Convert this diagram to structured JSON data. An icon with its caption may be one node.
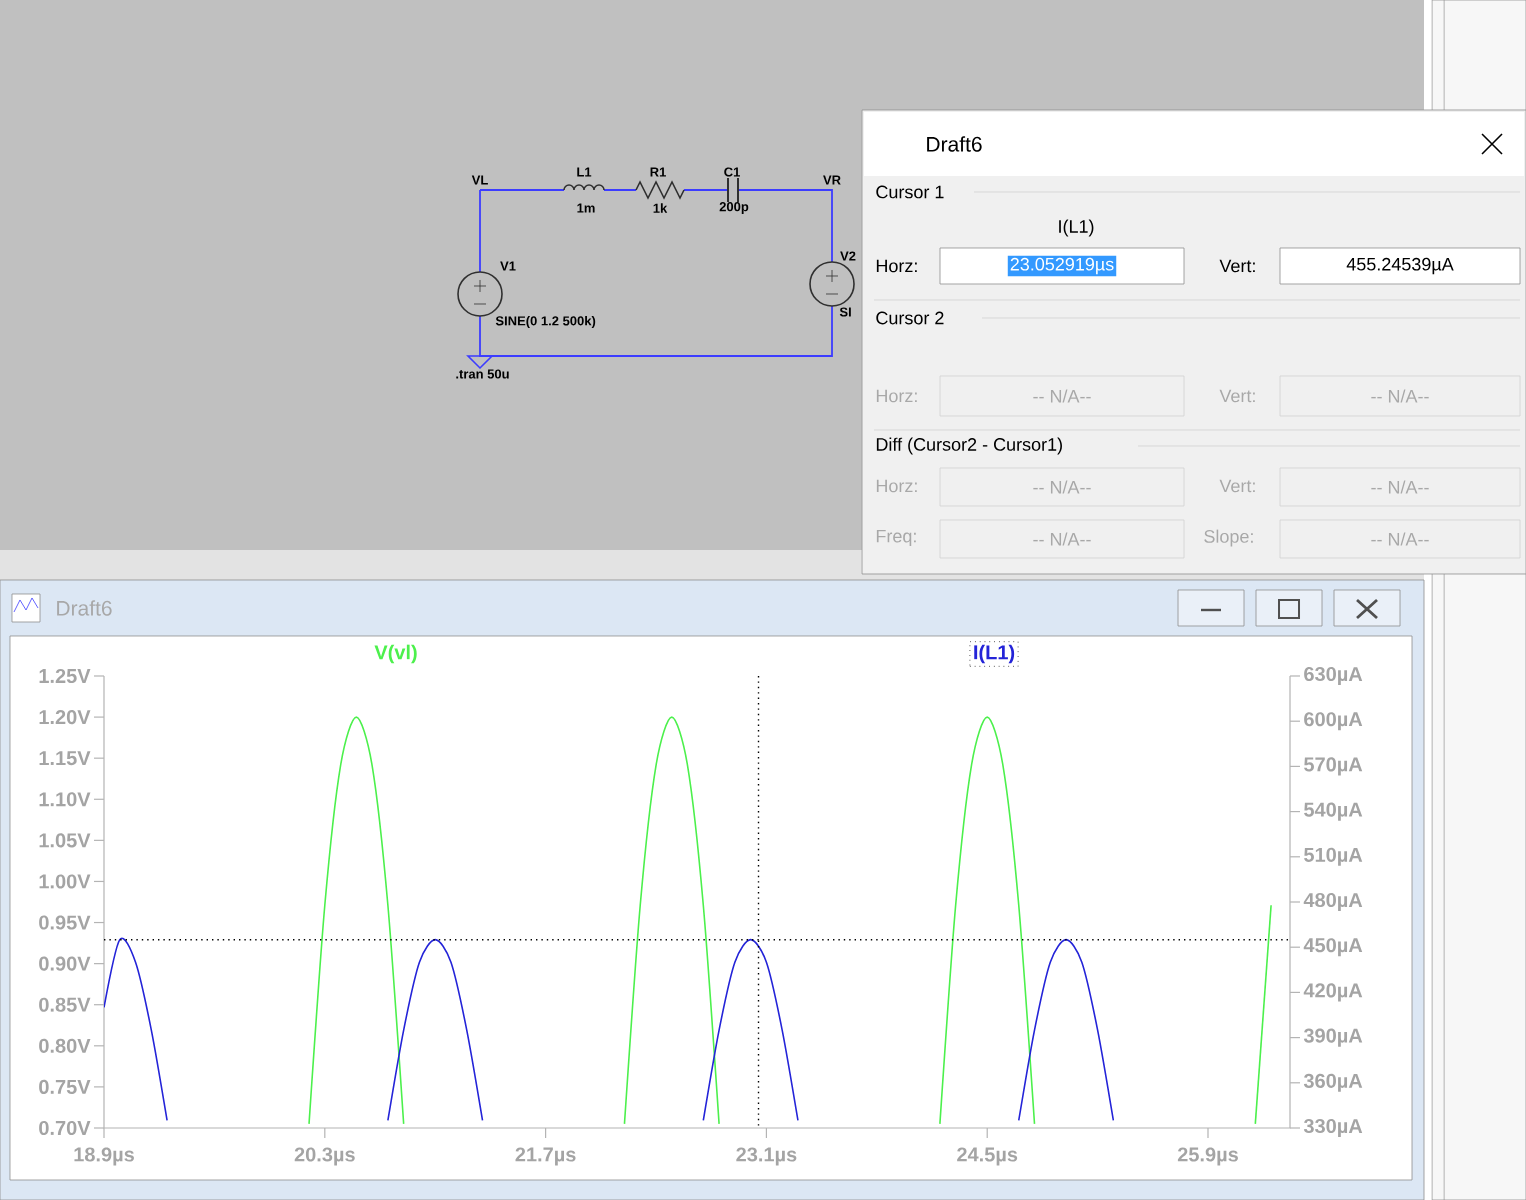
{
  "diagram": {
    "labels": [
      "VL",
      "L1",
      "R1",
      "C1",
      "VR",
      "1m",
      "1k",
      "200p",
      "V1",
      "V2",
      "SINE(0 1.2 500k)",
      ".tran 50u",
      "SI",
      "Draft6",
      "Cursor 1",
      "I(L1)",
      "Horz:",
      "23.052919µs",
      "Vert:",
      "455.24539µA",
      "Cursor 2",
      "Horz:",
      "-- N/A--",
      "Vert:",
      "-- N/A--",
      "Diff (Cursor2 - Cursor1)",
      "Horz:",
      "-- N/A--",
      "Vert:",
      "-- N/A--",
      "Freq:",
      "-- N/A--",
      "Slope:",
      "-- N/A--",
      "Draft6"
    ],
    "chart_data": {
      "type": "line",
      "x": [
        18.9,
        19.0,
        19.1,
        19.2,
        19.3,
        19.4,
        19.5,
        19.6,
        19.7,
        19.8,
        19.9,
        20.0,
        20.1,
        20.2,
        20.3,
        20.4,
        20.5,
        20.6,
        20.7,
        20.8,
        20.9,
        21.0,
        21.1,
        21.2,
        21.3,
        21.4,
        21.5,
        21.6,
        21.7,
        21.8,
        21.9,
        22.0,
        22.1,
        22.2,
        22.3,
        22.4,
        22.5,
        22.6,
        22.7,
        22.8,
        22.9,
        23.0,
        23.1,
        23.2,
        23.3,
        23.4,
        23.5,
        23.6,
        23.7,
        23.8,
        23.9,
        24.0,
        24.1,
        24.2,
        24.3,
        24.4,
        24.5,
        24.6,
        24.7,
        24.8,
        24.9,
        25.0,
        25.1,
        25.2,
        25.3,
        25.4,
        25.5,
        25.6,
        25.7,
        25.8,
        25.9,
        26.0,
        26.1,
        26.2,
        26.3
      ],
      "series": [
        {
          "name": "V(vl)",
          "color": "#4cf04c",
          "values": [
            null,
            null,
            null,
            null,
            null,
            null,
            null,
            null,
            null,
            null,
            null,
            null,
            null,
            0.705,
            0.971,
            1.141,
            1.2,
            1.141,
            0.971,
            0.705,
            null,
            null,
            null,
            null,
            null,
            null,
            null,
            null,
            null,
            null,
            null,
            null,
            null,
            0.705,
            0.971,
            1.141,
            1.2,
            1.141,
            0.971,
            0.705,
            null,
            null,
            null,
            null,
            null,
            null,
            null,
            null,
            null,
            null,
            null,
            null,
            null,
            0.705,
            0.971,
            1.141,
            1.2,
            1.141,
            0.971,
            0.705,
            null,
            null,
            null,
            null,
            null,
            null,
            null,
            null,
            null,
            null,
            null,
            null,
            null,
            0.705,
            0.971
          ]
        },
        {
          "name": "I(L1)",
          "color": "#2424d8",
          "axis": "y2",
          "values": [
            410,
            455,
            440,
            395,
            335,
            null,
            null,
            null,
            null,
            null,
            null,
            null,
            null,
            null,
            null,
            null,
            null,
            null,
            335,
            395,
            440,
            455,
            440,
            395,
            335,
            null,
            null,
            null,
            null,
            null,
            null,
            null,
            null,
            null,
            null,
            null,
            null,
            null,
            335,
            395,
            440,
            455,
            440,
            395,
            335,
            null,
            null,
            null,
            null,
            null,
            null,
            null,
            null,
            null,
            null,
            null,
            null,
            null,
            335,
            395,
            440,
            455,
            440,
            395,
            335,
            null,
            null,
            null,
            null,
            null,
            null,
            null,
            null,
            null,
            null
          ]
        }
      ],
      "xlim": [
        18.9,
        26.42
      ],
      "ylim": [
        0.7,
        1.25
      ],
      "y2lim": [
        330,
        630
      ],
      "xticks": [
        {
          "value": 18.9,
          "label": "18.9µs"
        },
        {
          "value": 20.3,
          "label": "20.3µs"
        },
        {
          "value": 21.7,
          "label": "21.7µs"
        },
        {
          "value": 23.1,
          "label": "23.1µs"
        },
        {
          "value": 24.5,
          "label": "24.5µs"
        },
        {
          "value": 25.9,
          "label": "25.9µs"
        }
      ],
      "yticks": [
        {
          "value": 0.7,
          "label": "0.70V"
        },
        {
          "value": 0.75,
          "label": "0.75V"
        },
        {
          "value": 0.8,
          "label": "0.80V"
        },
        {
          "value": 0.85,
          "label": "0.85V"
        },
        {
          "value": 0.9,
          "label": "0.90V"
        },
        {
          "value": 0.95,
          "label": "0.95V"
        },
        {
          "value": 1.0,
          "label": "1.00V"
        },
        {
          "value": 1.05,
          "label": "1.05V"
        },
        {
          "value": 1.1,
          "label": "1.10V"
        },
        {
          "value": 1.15,
          "label": "1.15V"
        },
        {
          "value": 1.2,
          "label": "1.20V"
        },
        {
          "value": 1.25,
          "label": "1.25V"
        }
      ],
      "y2ticks": [
        {
          "value": 330,
          "label": "330µA"
        },
        {
          "value": 360,
          "label": "360µA"
        },
        {
          "value": 390,
          "label": "390µA"
        },
        {
          "value": 420,
          "label": "420µA"
        },
        {
          "value": 450,
          "label": "450µA"
        },
        {
          "value": 480,
          "label": "480µA"
        },
        {
          "value": 510,
          "label": "510µA"
        },
        {
          "value": 540,
          "label": "540µA"
        },
        {
          "value": 570,
          "label": "570µA"
        },
        {
          "value": 600,
          "label": "600µA"
        },
        {
          "value": 630,
          "label": "630µA"
        }
      ],
      "ref_lines": [
        {
          "axis": "x",
          "value": 23.05
        },
        {
          "axis": "y",
          "value": 0.929
        }
      ]
    }
  }
}
